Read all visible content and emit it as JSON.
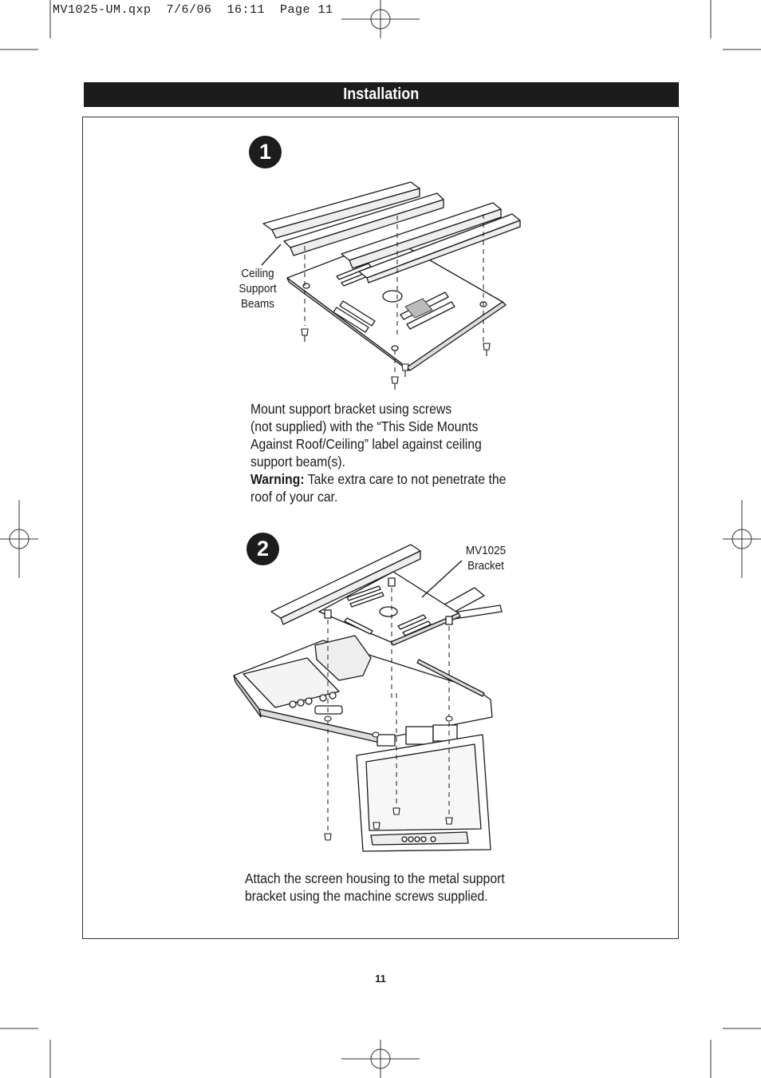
{
  "slug": {
    "text": "MV1025-UM.qxp  7/6/06  16:11  Page 11"
  },
  "section": {
    "title": "Installation"
  },
  "steps": [
    {
      "number": "1",
      "callout_label": [
        "Ceiling",
        "Support",
        "Beams"
      ],
      "caption_lines": [
        "Mount support bracket using screws",
        "(not supplied) with the “This Side Mounts",
        "Against Roof/Ceiling” label against ceiling",
        "support beam(s)."
      ],
      "warning_label": "Warning:",
      "warning_lines": [
        "Take extra care to not penetrate the",
        "roof of your car."
      ]
    },
    {
      "number": "2",
      "callout_label": [
        "MV1025",
        "Bracket"
      ],
      "caption_lines": [
        "Attach the screen housing to the metal support",
        "bracket using the machine screws supplied."
      ]
    }
  ],
  "footer": {
    "page_number": "11"
  }
}
